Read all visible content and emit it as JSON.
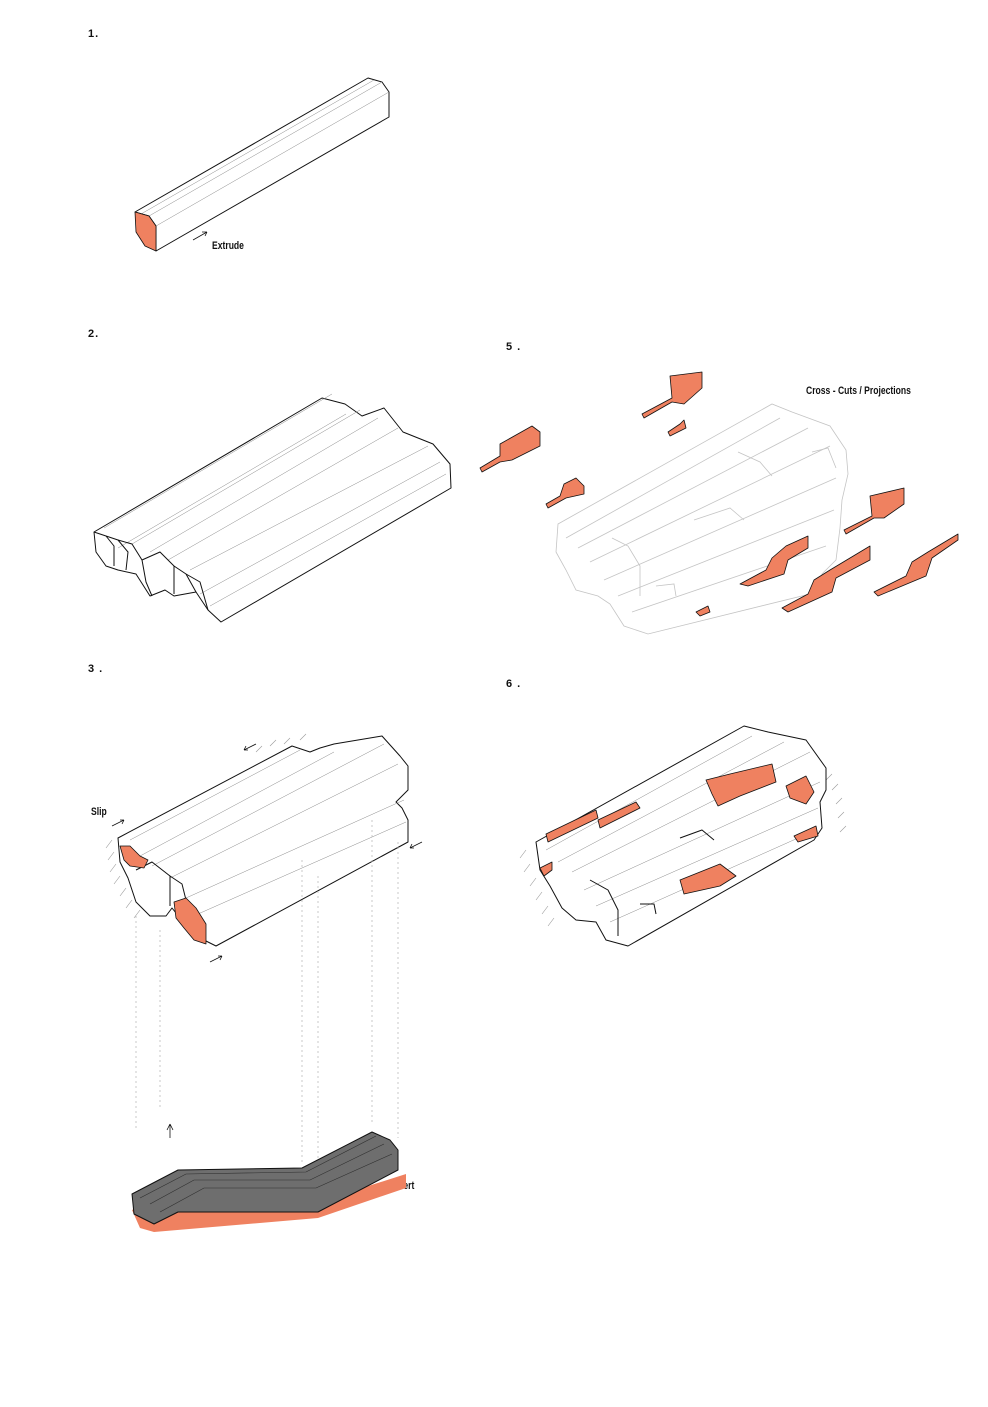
{
  "steps": {
    "s1": "1.",
    "s2": "2.",
    "s3": "3 .",
    "s5": "5 .",
    "s6": "6 ."
  },
  "labels": {
    "extrude": "Extrude",
    "slip": "Slip",
    "insert": "Insert",
    "cross_cuts": "Cross - Cuts / Projections"
  },
  "colors": {
    "accent": "#ef8160",
    "insert_fill": "#6e6e6e",
    "line": "#111111"
  }
}
